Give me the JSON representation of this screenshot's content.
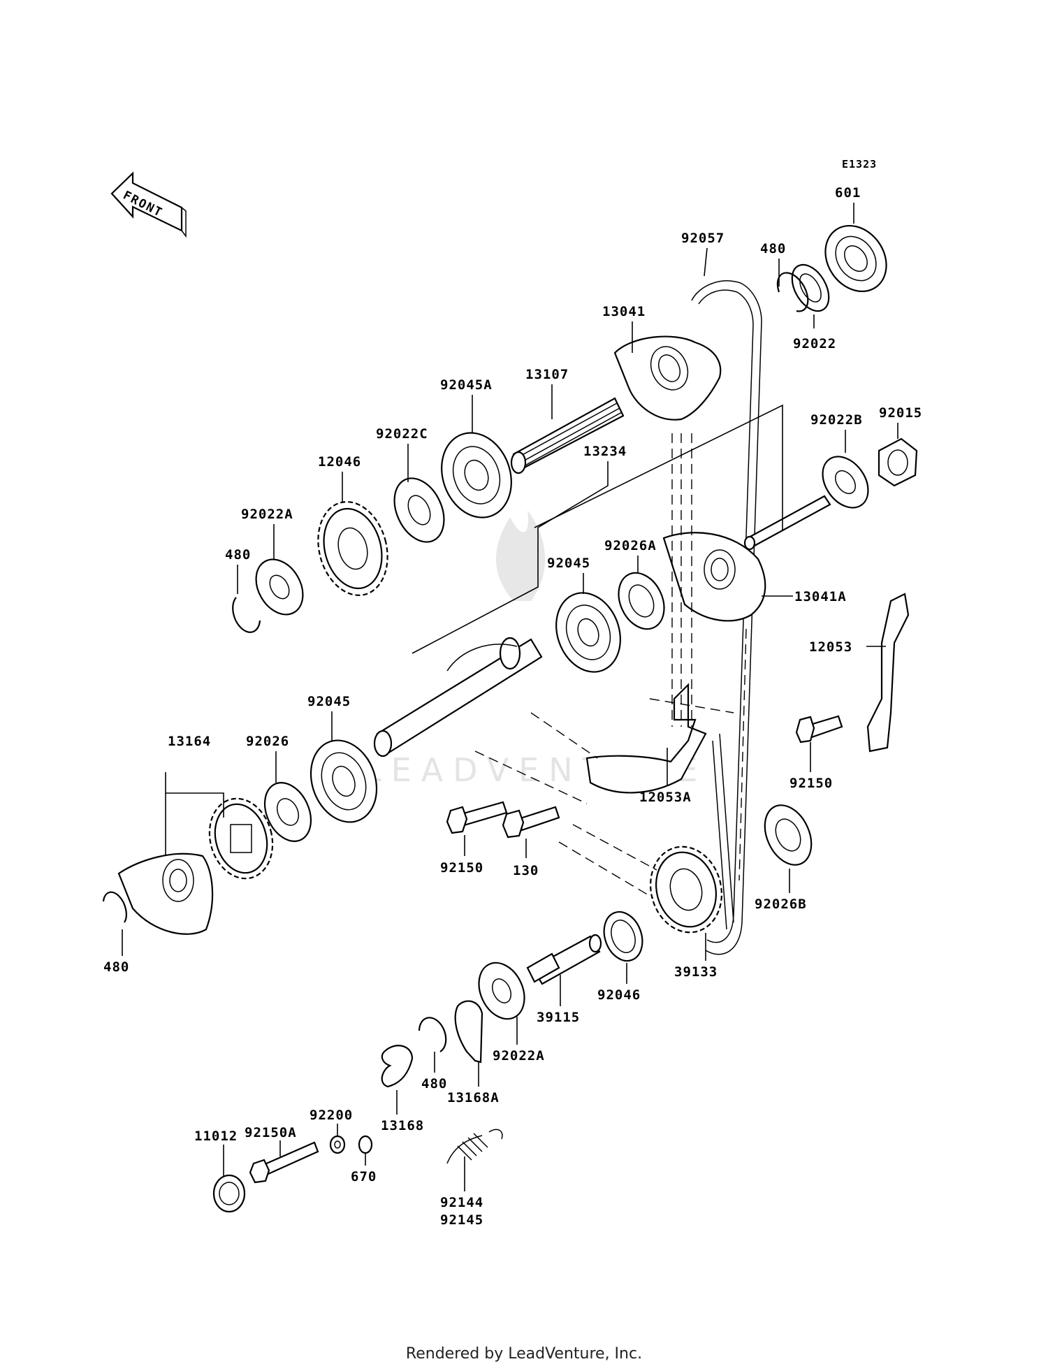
{
  "diagram": {
    "code": "E1323",
    "front_label": "FRONT",
    "parts": [
      {
        "id": "601",
        "label": "601"
      },
      {
        "id": "480-top",
        "label": "480"
      },
      {
        "id": "92057",
        "label": "92057"
      },
      {
        "id": "92022",
        "label": "92022"
      },
      {
        "id": "13041",
        "label": "13041"
      },
      {
        "id": "13107",
        "label": "13107"
      },
      {
        "id": "92045A",
        "label": "92045A"
      },
      {
        "id": "92022C",
        "label": "92022C"
      },
      {
        "id": "12046",
        "label": "12046"
      },
      {
        "id": "92022A-top",
        "label": "92022A"
      },
      {
        "id": "480-left",
        "label": "480"
      },
      {
        "id": "13234",
        "label": "13234"
      },
      {
        "id": "92015",
        "label": "92015"
      },
      {
        "id": "92022B",
        "label": "92022B"
      },
      {
        "id": "92026A",
        "label": "92026A"
      },
      {
        "id": "92045-mid",
        "label": "92045"
      },
      {
        "id": "13041A",
        "label": "13041A"
      },
      {
        "id": "12053",
        "label": "12053"
      },
      {
        "id": "92045-low",
        "label": "92045"
      },
      {
        "id": "13164",
        "label": "13164"
      },
      {
        "id": "92026",
        "label": "92026"
      },
      {
        "id": "92150-right",
        "label": "92150"
      },
      {
        "id": "12053A",
        "label": "12053A"
      },
      {
        "id": "92150-mid",
        "label": "92150"
      },
      {
        "id": "130",
        "label": "130"
      },
      {
        "id": "92026B",
        "label": "92026B"
      },
      {
        "id": "480-bottom",
        "label": "480"
      },
      {
        "id": "39133",
        "label": "39133"
      },
      {
        "id": "92046",
        "label": "92046"
      },
      {
        "id": "39115",
        "label": "39115"
      },
      {
        "id": "92022A-low",
        "label": "92022A"
      },
      {
        "id": "92200",
        "label": "92200"
      },
      {
        "id": "480-low",
        "label": "480"
      },
      {
        "id": "13168A",
        "label": "13168A"
      },
      {
        "id": "92150A",
        "label": "92150A"
      },
      {
        "id": "11012",
        "label": "11012"
      },
      {
        "id": "13168",
        "label": "13168"
      },
      {
        "id": "670",
        "label": "670"
      },
      {
        "id": "92144",
        "label": "92144"
      },
      {
        "id": "92145",
        "label": "92145"
      }
    ]
  },
  "watermark": "LEADVENTURE",
  "footer": "Rendered by LeadVenture, Inc."
}
